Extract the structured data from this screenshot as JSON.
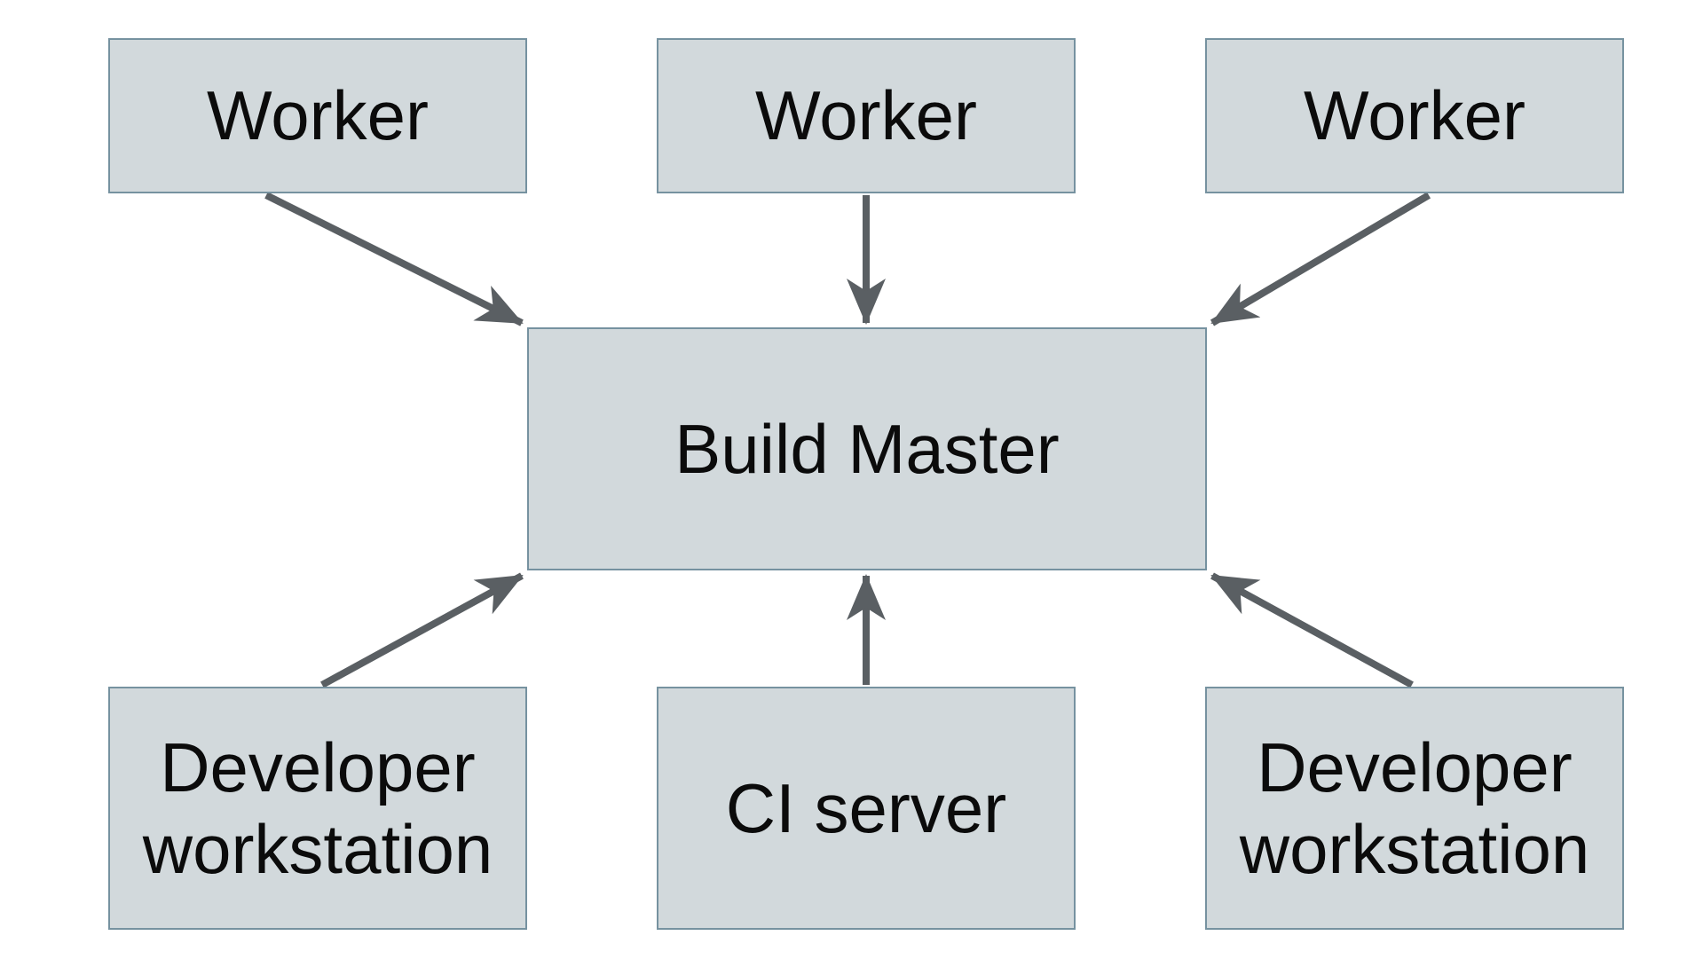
{
  "diagram": {
    "nodes": [
      {
        "id": "worker-1",
        "label": "Worker"
      },
      {
        "id": "worker-2",
        "label": "Worker"
      },
      {
        "id": "worker-3",
        "label": "Worker"
      },
      {
        "id": "build-master",
        "label": "Build Master"
      },
      {
        "id": "developer-workstation-1",
        "label": "Developer workstation"
      },
      {
        "id": "ci-server",
        "label": "CI server"
      },
      {
        "id": "developer-workstation-2",
        "label": "Developer workstation"
      }
    ],
    "edges": [
      {
        "from": "worker-1",
        "to": "build-master"
      },
      {
        "from": "worker-2",
        "to": "build-master"
      },
      {
        "from": "worker-3",
        "to": "build-master"
      },
      {
        "from": "developer-workstation-1",
        "to": "build-master"
      },
      {
        "from": "ci-server",
        "to": "build-master"
      },
      {
        "from": "developer-workstation-2",
        "to": "build-master"
      }
    ],
    "colors": {
      "background": "#ffffff",
      "node_fill": "#d2d9dc",
      "node_border": "#7692a0",
      "arrow": "#5a5f63",
      "text": "#0b0b0b"
    }
  }
}
